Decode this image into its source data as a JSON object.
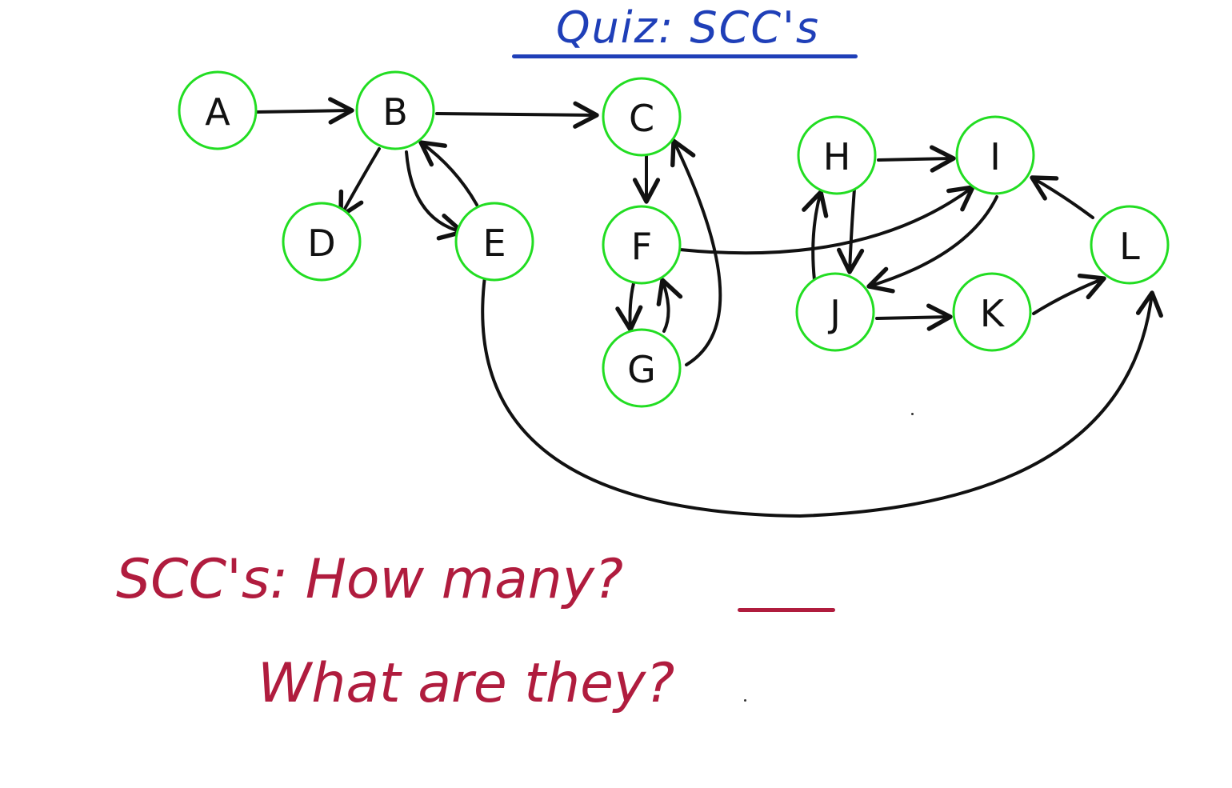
{
  "title": "Quiz: SCC's",
  "nodes": [
    {
      "id": "A",
      "label": "A"
    },
    {
      "id": "B",
      "label": "B"
    },
    {
      "id": "C",
      "label": "C"
    },
    {
      "id": "D",
      "label": "D"
    },
    {
      "id": "E",
      "label": "E"
    },
    {
      "id": "F",
      "label": "F"
    },
    {
      "id": "G",
      "label": "G"
    },
    {
      "id": "H",
      "label": "H"
    },
    {
      "id": "I",
      "label": "I"
    },
    {
      "id": "J",
      "label": "J"
    },
    {
      "id": "K",
      "label": "K"
    },
    {
      "id": "L",
      "label": "L"
    }
  ],
  "edges": [
    {
      "from": "A",
      "to": "B"
    },
    {
      "from": "B",
      "to": "C"
    },
    {
      "from": "B",
      "to": "D"
    },
    {
      "from": "B",
      "to": "E"
    },
    {
      "from": "E",
      "to": "B"
    },
    {
      "from": "C",
      "to": "F"
    },
    {
      "from": "F",
      "to": "G"
    },
    {
      "from": "G",
      "to": "F"
    },
    {
      "from": "G",
      "to": "C"
    },
    {
      "from": "F",
      "to": "I"
    },
    {
      "from": "H",
      "to": "I"
    },
    {
      "from": "H",
      "to": "J"
    },
    {
      "from": "J",
      "to": "H"
    },
    {
      "from": "I",
      "to": "J"
    },
    {
      "from": "J",
      "to": "K"
    },
    {
      "from": "K",
      "to": "L"
    },
    {
      "from": "L",
      "to": "I"
    },
    {
      "from": "E",
      "to": "L"
    }
  ],
  "questions": {
    "how_many": "SCC's: How many?",
    "what_are_they": "What are they?"
  },
  "colors": {
    "node_outline": "#22dd22",
    "edge": "#111111",
    "title": "#1f3fb8",
    "question": "#b01c3e"
  }
}
